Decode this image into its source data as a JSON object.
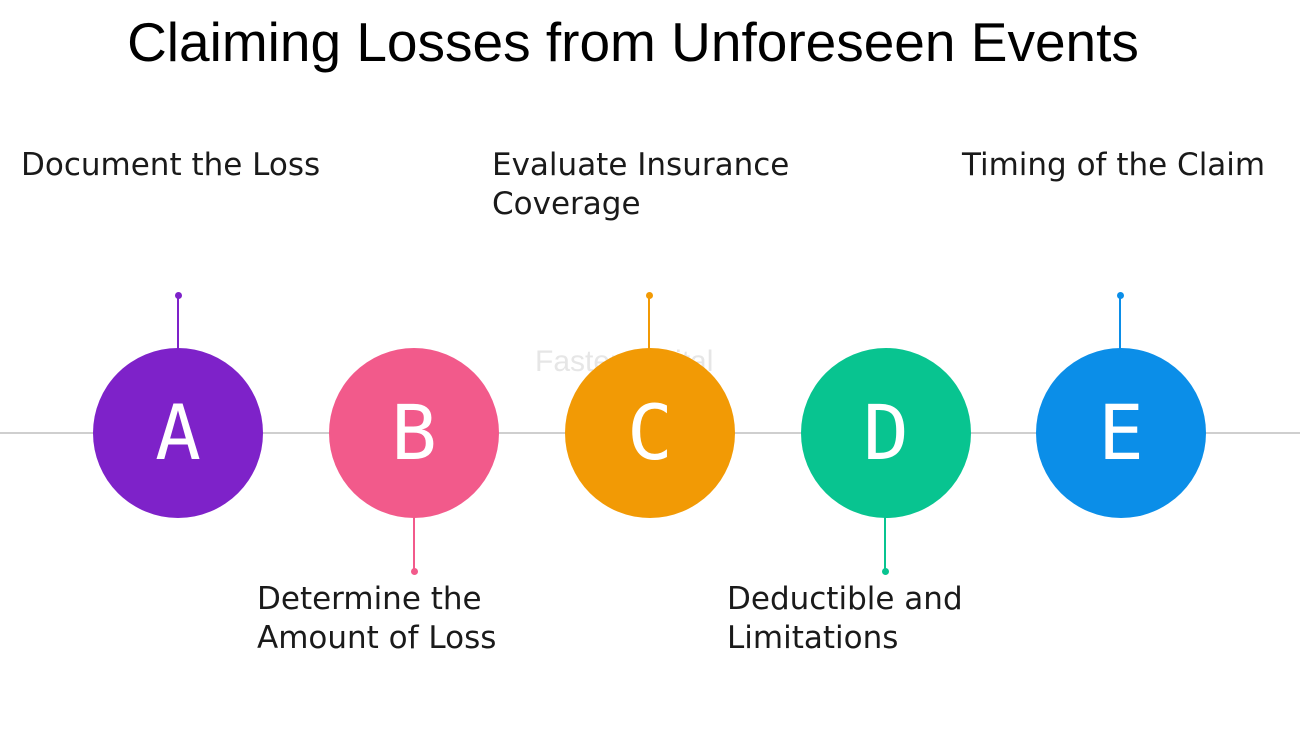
{
  "title": "Claiming Losses from Unforeseen Events",
  "watermark": "FasterCapital",
  "steps": [
    {
      "letter": "A",
      "label_lines": [
        "Document the Loss"
      ],
      "color": "#7e22c9",
      "position": "top"
    },
    {
      "letter": "B",
      "label_lines": [
        "Determine the",
        "Amount of Loss"
      ],
      "color": "#f25a8b",
      "position": "bottom"
    },
    {
      "letter": "C",
      "label_lines": [
        "Evaluate Insurance",
        "Coverage"
      ],
      "color": "#f29a05",
      "position": "top"
    },
    {
      "letter": "D",
      "label_lines": [
        "Deductible and",
        "Limitations"
      ],
      "color": "#08c490",
      "position": "bottom"
    },
    {
      "letter": "E",
      "label_lines": [
        "Timing of the Claim"
      ],
      "color": "#0b8ee8",
      "position": "top"
    }
  ]
}
